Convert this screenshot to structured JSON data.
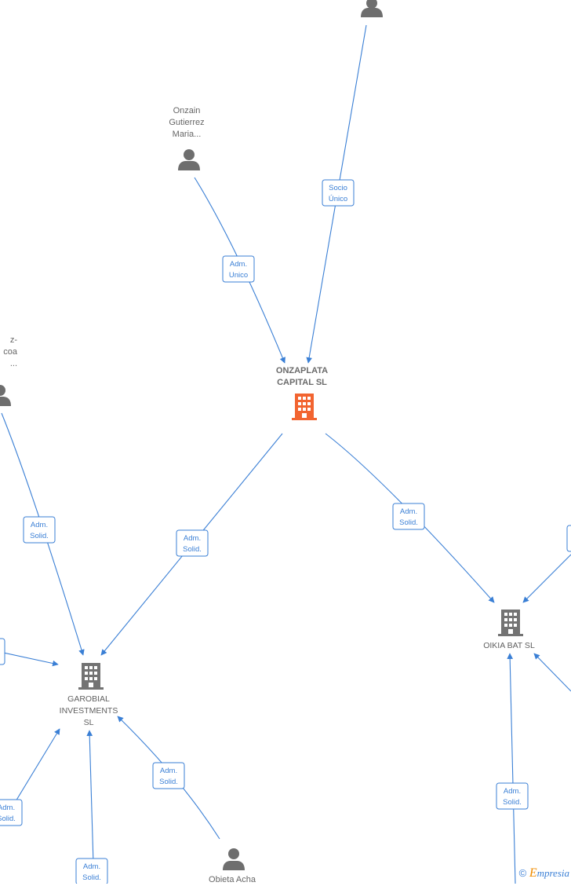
{
  "colors": {
    "edge": "#3a7fd5",
    "company": "#737373",
    "highlight": "#f26430",
    "person": "#6e6e6e"
  },
  "nodes": {
    "top_person": {
      "label": "",
      "icon": "person-icon"
    },
    "onzain": {
      "label": "Onzain\nGutierrez\nMaria...",
      "icon": "person-icon"
    },
    "left_person": {
      "label": "z-\ncoa\n...",
      "icon": "person-icon"
    },
    "onzaplata": {
      "label": "ONZAPLATA\nCAPITAL  SL",
      "icon": "building-icon"
    },
    "garobial": {
      "label": "GAROBIAL\nINVESTMENTS\nSL",
      "icon": "building-icon"
    },
    "oikia": {
      "label": "OIKIA BAT  SL",
      "icon": "building-icon"
    },
    "obieta": {
      "label": "Obieta Acha",
      "icon": "person-icon"
    }
  },
  "edge_labels": {
    "socio_unico": [
      "Socio",
      "Único"
    ],
    "adm_unico": [
      "Adm.",
      "Unico"
    ],
    "adm_solid": [
      "Adm.",
      "Solid."
    ]
  },
  "brand": {
    "copyright": "©",
    "e": "E",
    "rest": "mpresia"
  }
}
